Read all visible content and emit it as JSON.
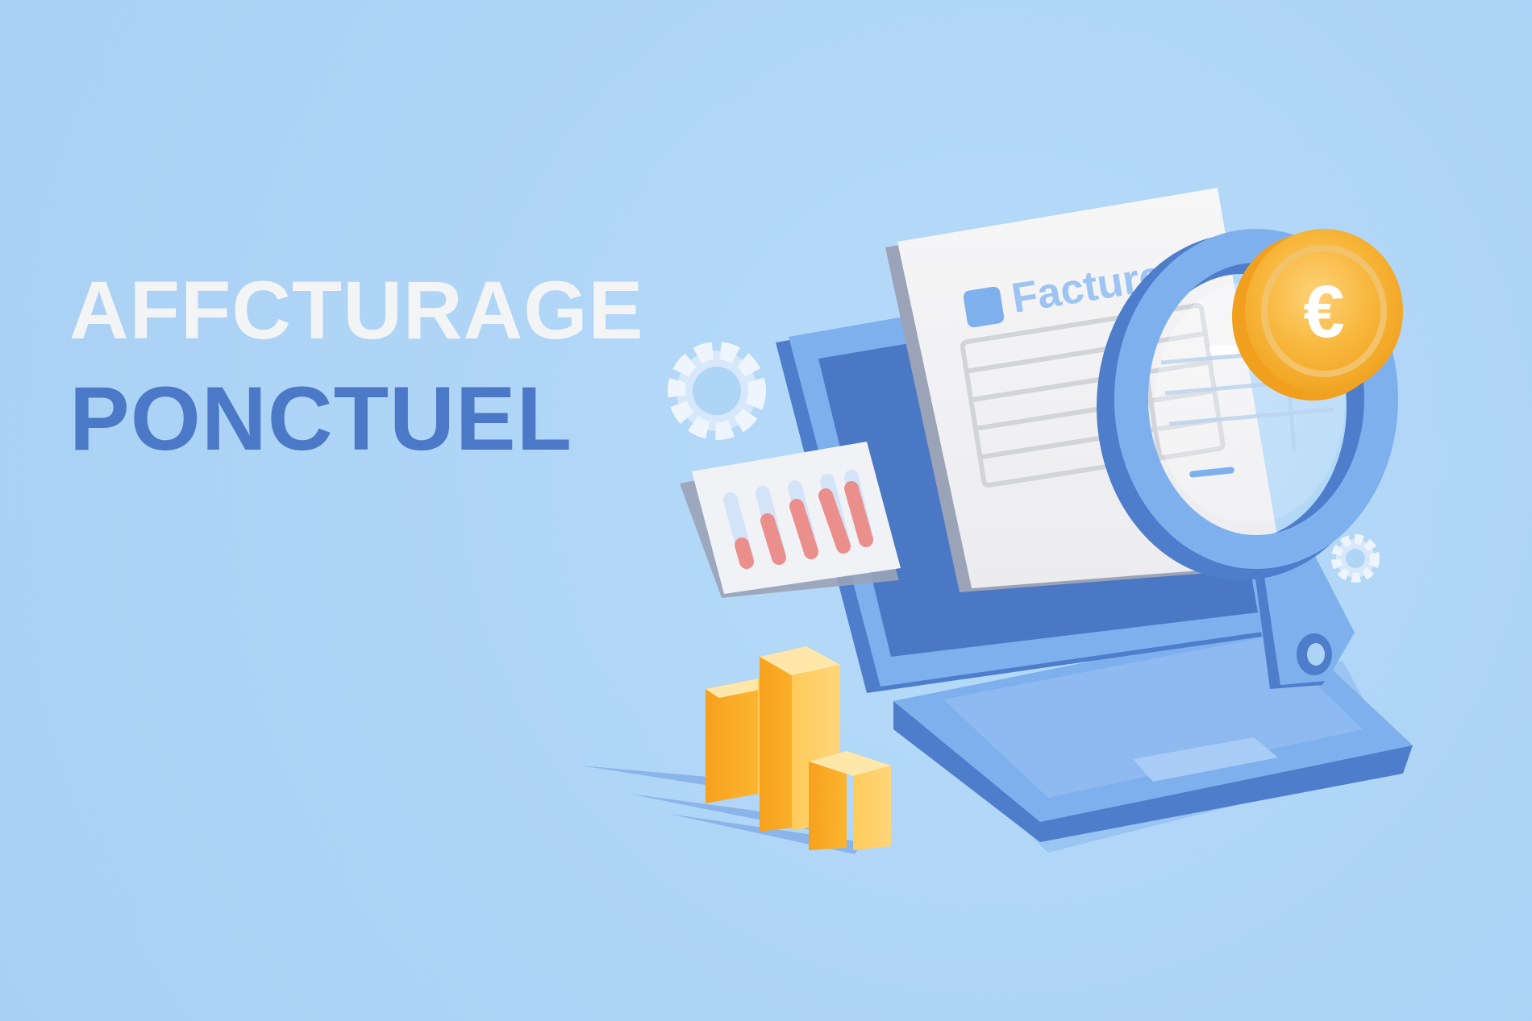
{
  "headline": {
    "line1": "AFFCTURAGE",
    "line2": "PONCTUEL"
  },
  "illustration": {
    "document_title": "Facture",
    "coin_symbol": "€"
  },
  "colors": {
    "background": "#aed4f6",
    "headline_light": "#f3f4f6",
    "headline_blue": "#4b79c7",
    "laptop_blue": "#4e7ecb",
    "laptop_light": "#7fb0ee",
    "coin_gold": "#f6b12e",
    "bar_red": "#eb8f8d"
  },
  "icons": [
    "gear-icon",
    "magnifying-glass-icon",
    "euro-coin-icon",
    "invoice-document-icon",
    "bar-chart-card-icon",
    "laptop-icon",
    "growth-bars-icon"
  ]
}
